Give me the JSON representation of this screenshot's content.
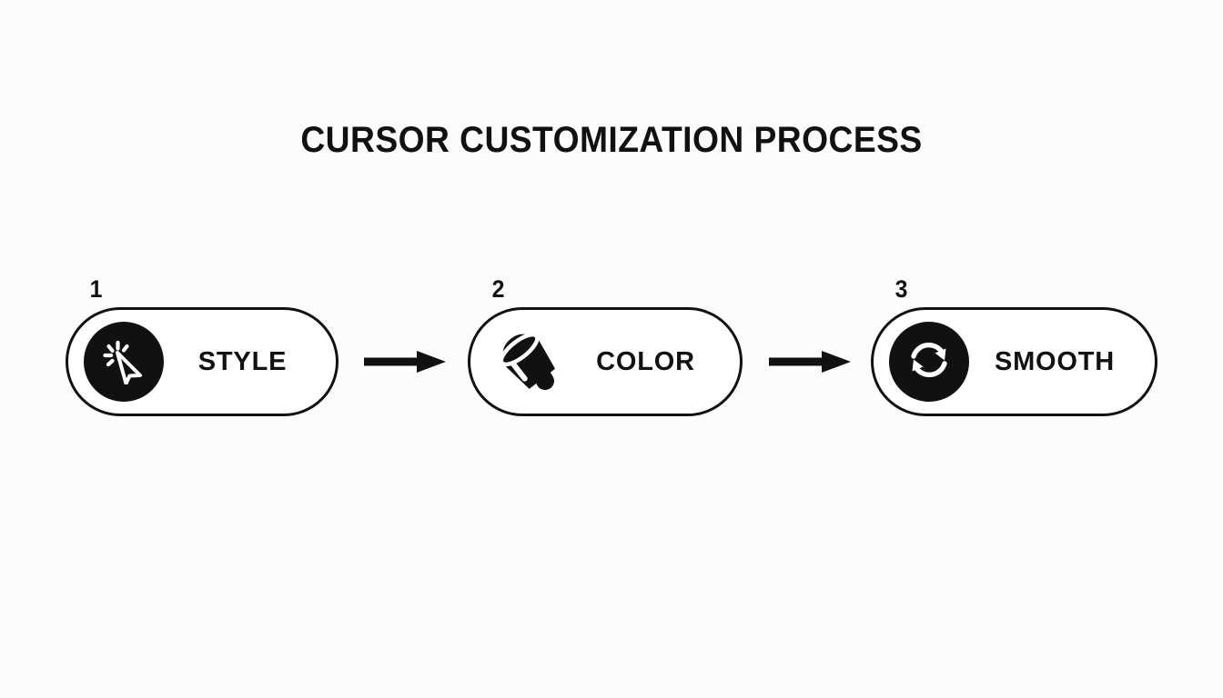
{
  "page": {
    "title": "CURSOR CUSTOMIZATION PROCESS",
    "background_color": "#fcfcfc",
    "ink_color": "#111111"
  },
  "flow": {
    "type": "linear-process",
    "connector": "arrow-right",
    "steps": [
      {
        "number": "1",
        "label": "STYLE",
        "icon": "cursor-click-icon",
        "icon_style": "white-on-black-circle"
      },
      {
        "number": "2",
        "label": "COLOR",
        "icon": "paint-bucket-icon",
        "icon_style": "black-glyph"
      },
      {
        "number": "3",
        "label": "SMOOTH",
        "icon": "refresh-sync-icon",
        "icon_style": "white-on-black-circle"
      }
    ]
  }
}
